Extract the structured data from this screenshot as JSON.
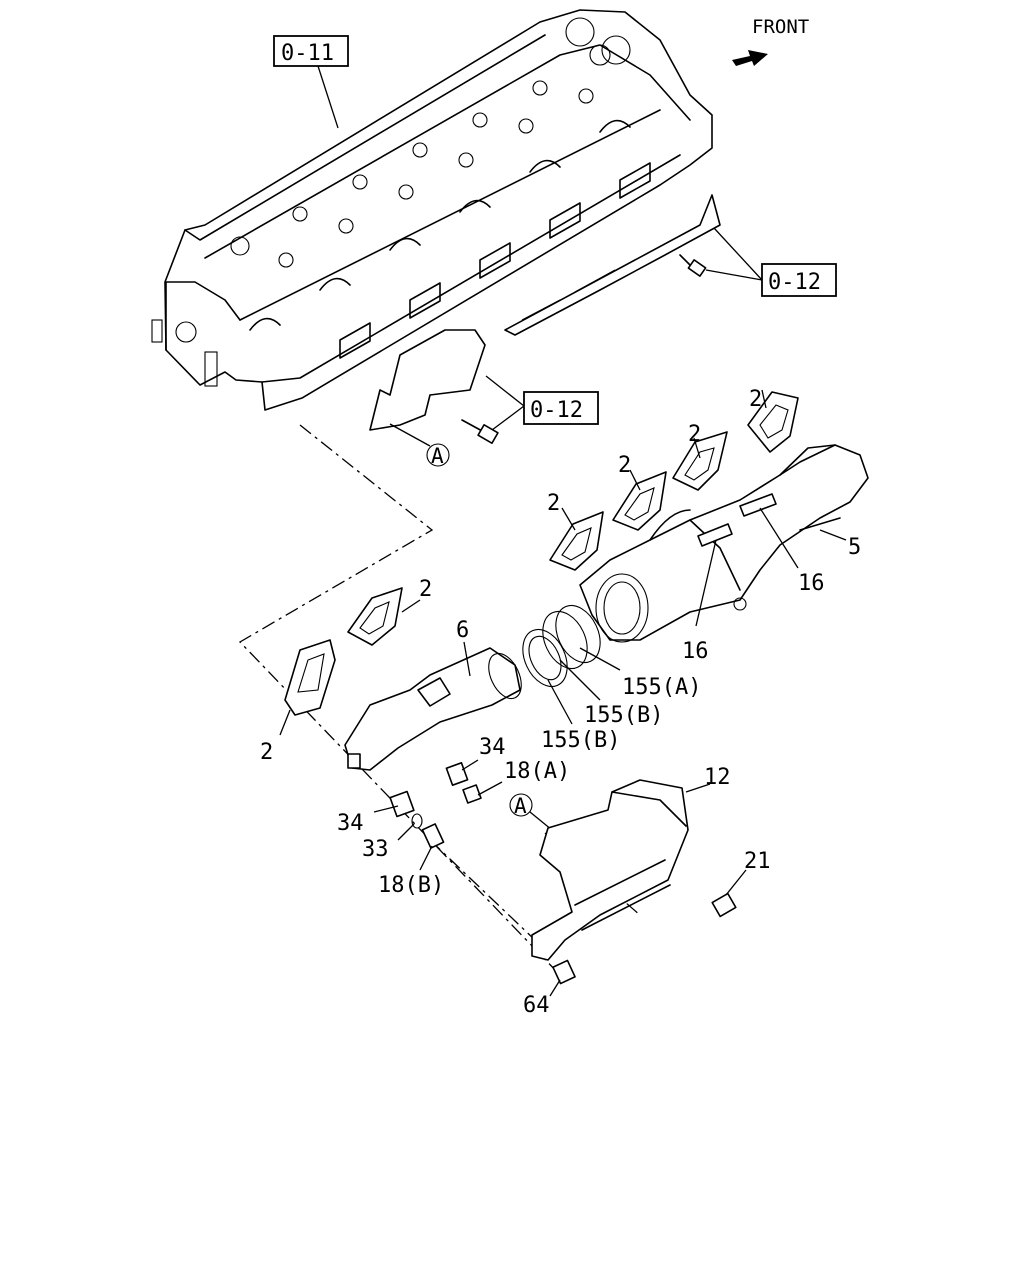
{
  "front_indicator": {
    "text": "FRONT",
    "icon": "arrow-icon"
  },
  "ref_boxes": {
    "cylinder_head": "0-11",
    "stud_upper": "0-12",
    "stud_lower": "0-12"
  },
  "circle_ref": {
    "a1": "A",
    "a2": "A"
  },
  "callouts": {
    "gasket_1": "2",
    "gasket_2": "2",
    "gasket_3": "2",
    "gasket_4": "2",
    "gasket_5": "2",
    "gasket_6": "2",
    "front_manifold": "5",
    "rear_manifold": "6",
    "stud_1": "16",
    "stud_2": "16",
    "seal_a": "155(A)",
    "seal_b1": "155(B)",
    "seal_b2": "155(B)",
    "plug_1": "34",
    "plug_2": "34",
    "washer": "33",
    "fitting_a": "18(A)",
    "fitting_b": "18(B)",
    "heat_shield": "12",
    "bolt": "21",
    "nut": "64"
  }
}
